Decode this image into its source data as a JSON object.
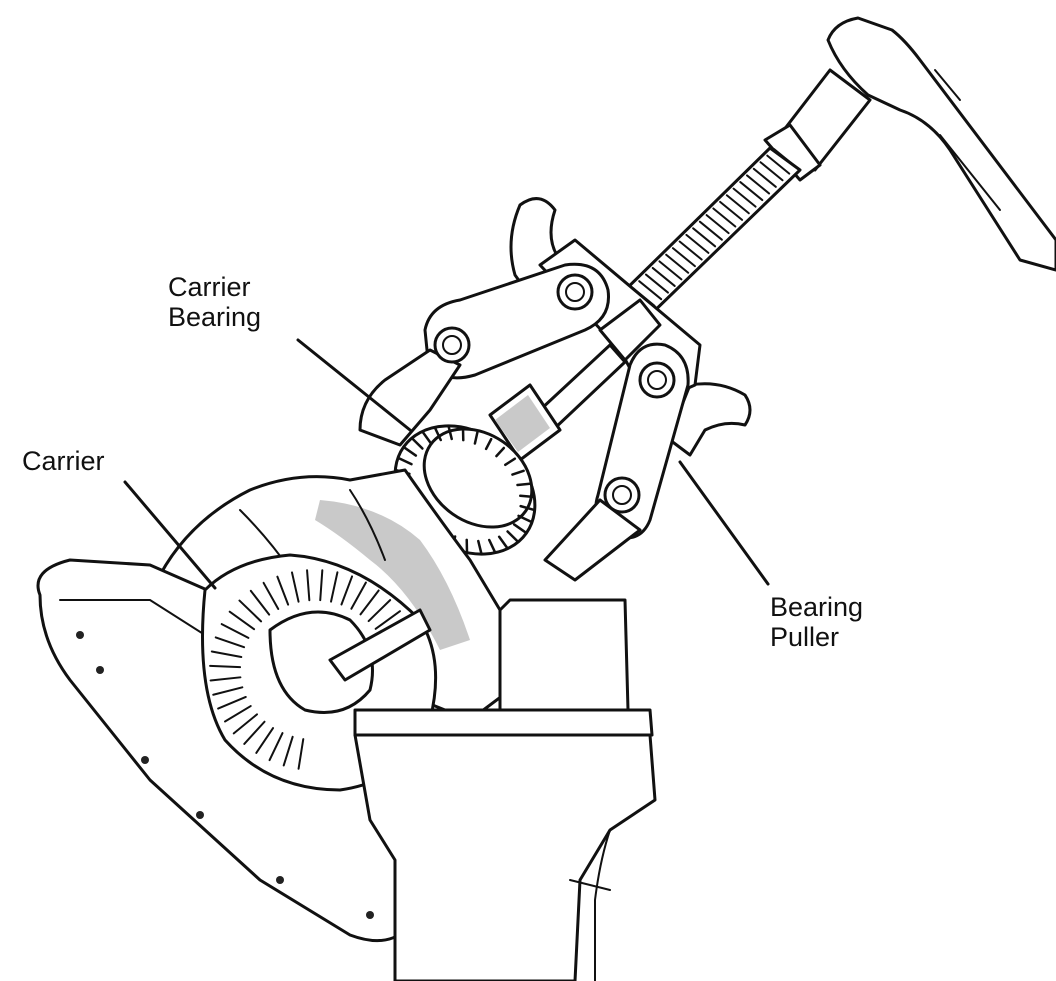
{
  "labels": {
    "carrier_bearing_line1": "Carrier",
    "carrier_bearing_line2": "Bearing",
    "carrier": "Carrier",
    "bearing_puller_line1": "Bearing",
    "bearing_puller_line2": "Puller"
  },
  "colors": {
    "ink": "#111111",
    "background": "#ffffff",
    "shading": "#c9c9c9"
  }
}
